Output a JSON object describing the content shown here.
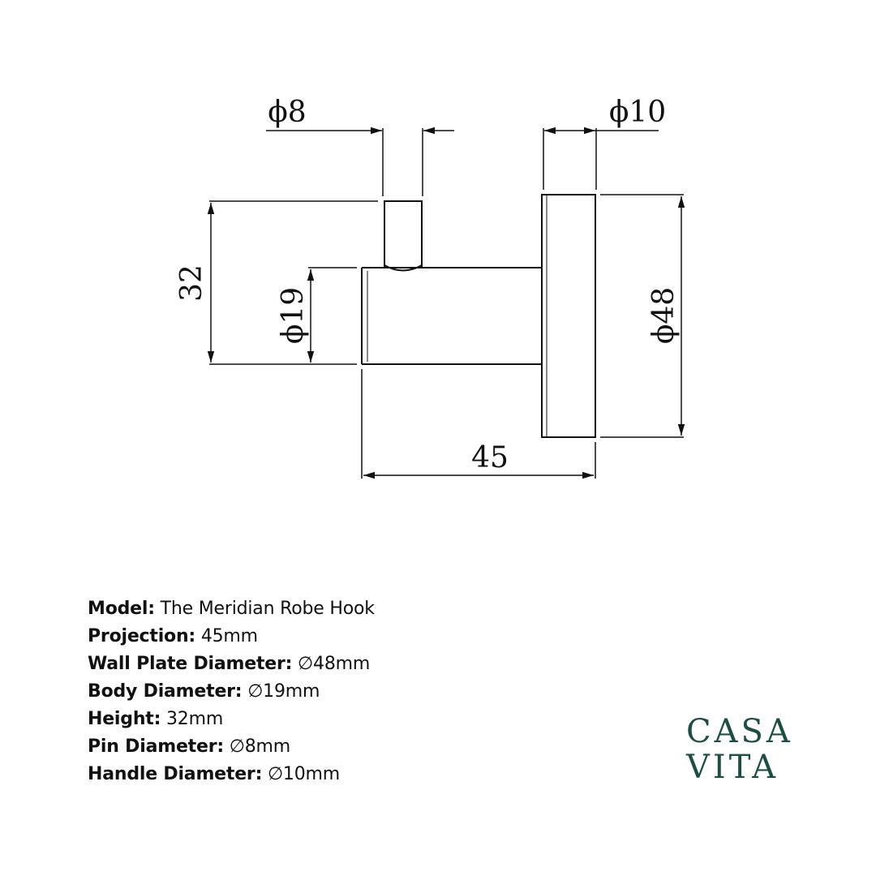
{
  "drawing": {
    "dimensions": {
      "pin_diameter": "ϕ8",
      "handle_diameter": "ϕ10",
      "height": "32",
      "body_diameter": "ϕ19",
      "wall_plate_diameter": "ϕ48",
      "projection": "45"
    }
  },
  "specs": [
    {
      "label": "Model:",
      "value": " The Meridian Robe Hook"
    },
    {
      "label": "Projection:",
      "value": " 45mm"
    },
    {
      "label": "Wall Plate Diameter:",
      "value": " ∅48mm"
    },
    {
      "label": "Body Diameter:",
      "value": " ∅19mm"
    },
    {
      "label": "Height:",
      "value": " 32mm"
    },
    {
      "label": "Pin Diameter:",
      "value": " ∅8mm"
    },
    {
      "label": "Handle Diameter:",
      "value": " ∅10mm"
    }
  ],
  "logo": {
    "line1": "CASA",
    "line2": "VITA",
    "color": "#1f4d44"
  }
}
